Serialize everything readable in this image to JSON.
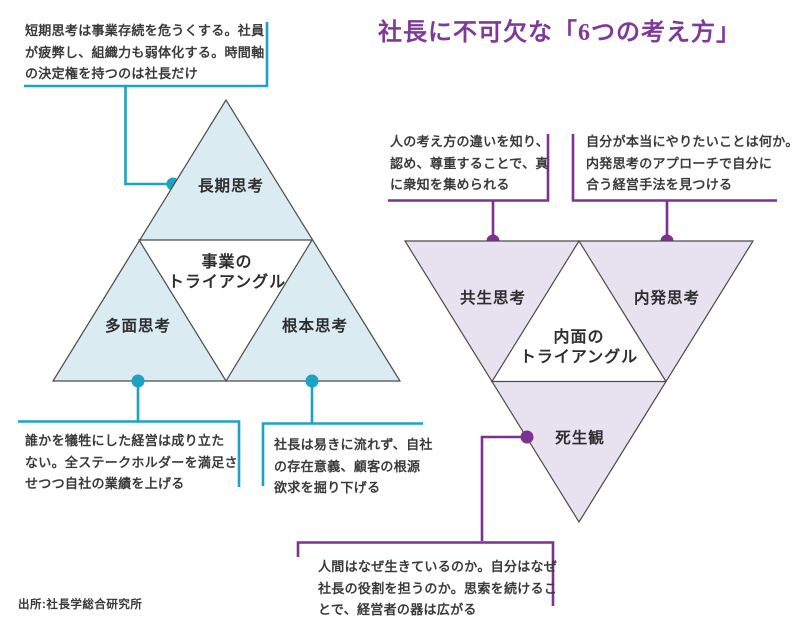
{
  "title": "社長に不可欠な「6つの考え方」",
  "source": "出所:社長学総合研究所",
  "colors": {
    "accent_cyan": "#1BA2C4",
    "accent_purple": "#7D3190",
    "title_purple": "#7D3A96",
    "business_triangle_fill": "#DAEBF1",
    "inner_triangle_fill": "#E8E2F0",
    "triangle_outline": "#4B4B4B",
    "text_dark": "#3A3A3A"
  },
  "business_triangle": {
    "center_label_lines": [
      "事業の",
      "トライアングル"
    ],
    "sections": {
      "top": "長期思考",
      "bottom_left": "多面思考",
      "bottom_right": "根本思考"
    }
  },
  "inner_triangle": {
    "center_label_lines": [
      "内面の",
      "トライアングル"
    ],
    "sections": {
      "top_left": "共生思考",
      "top_right": "内発思考",
      "bottom": "死生観"
    }
  },
  "callouts": {
    "short_term": {
      "lines": [
        "短期思考は事業存続を危うくする。社員",
        "が疲弊し、組織力も弱体化する。時間軸",
        "の決定権を持つのは社長だけ"
      ]
    },
    "stakeholder": {
      "lines": [
        "誰かを犠牲にした経営は成り立た",
        "ない。全ステークホルダーを満足さ",
        "せつつ自社の業績を上げる"
      ]
    },
    "essence": {
      "lines": [
        "社長は易きに流れず、自社",
        "の存在意義、顧客の根源",
        "欲求を掘り下げる"
      ]
    },
    "kyosei": {
      "lines": [
        "人の考え方の違いを知り、",
        "認め、尊重することで、真",
        "に衆知を集められる"
      ]
    },
    "naihatsu": {
      "lines": [
        "自分が本当にやりたいことは何か。",
        "内発思考のアプローチで自分に",
        "合う経営手法を見つける"
      ]
    },
    "shiseikan": {
      "lines": [
        "人間はなぜ生きているのか。自分はなぜ",
        "社長の役割を担うのか。思索を続けるこ",
        "とで、経営者の器は広がる"
      ]
    }
  }
}
